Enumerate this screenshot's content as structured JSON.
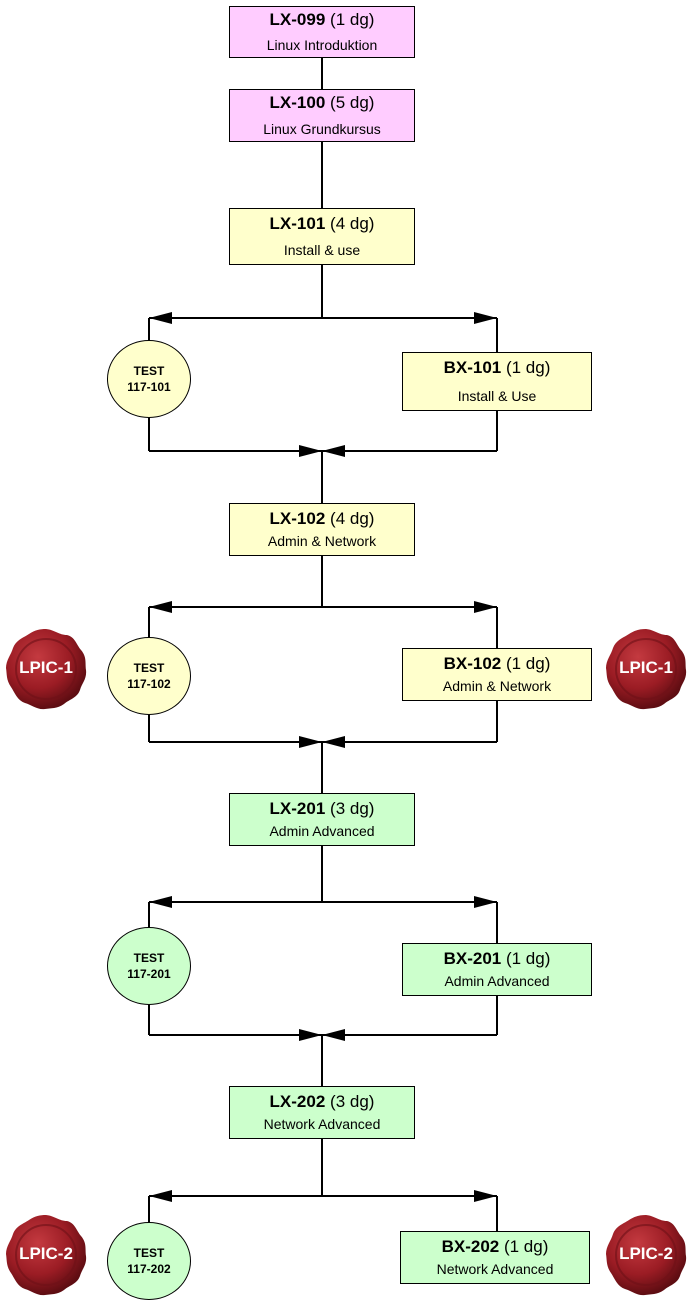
{
  "colors": {
    "pink": "#FFCCFF",
    "yellow": "#FFFFCC",
    "green": "#CCFFCC",
    "line": "#000000",
    "seal": "#9B1C24"
  },
  "courses": {
    "lx099": {
      "code": "LX-099",
      "days": "(1 dg)",
      "name": "Linux Introduktion"
    },
    "lx100": {
      "code": "LX-100",
      "days": "(5 dg)",
      "name": "Linux Grundkursus"
    },
    "lx101": {
      "code": "LX-101",
      "days": "(4 dg)",
      "name": "Install & use"
    },
    "bx101": {
      "code": "BX-101",
      "days": "(1 dg)",
      "name": "Install & Use"
    },
    "lx102": {
      "code": "LX-102",
      "days": "(4 dg)",
      "name": "Admin & Network"
    },
    "bx102": {
      "code": "BX-102",
      "days": "(1 dg)",
      "name": "Admin & Network"
    },
    "lx201": {
      "code": "LX-201",
      "days": "(3 dg)",
      "name": "Admin Advanced"
    },
    "bx201": {
      "code": "BX-201",
      "days": "(1 dg)",
      "name": "Admin Advanced"
    },
    "lx202": {
      "code": "LX-202",
      "days": "(3 dg)",
      "name": "Network Advanced"
    },
    "bx202": {
      "code": "BX-202",
      "days": "(1 dg)",
      "name": "Network Advanced"
    }
  },
  "tests": {
    "t101": {
      "label": "TEST",
      "code": "117-101"
    },
    "t102": {
      "label": "TEST",
      "code": "117-102"
    },
    "t201": {
      "label": "TEST",
      "code": "117-201"
    },
    "t202": {
      "label": "TEST",
      "code": "117-202"
    }
  },
  "seals": {
    "lpic1": "LPIC-1",
    "lpic2": "LPIC-2"
  }
}
